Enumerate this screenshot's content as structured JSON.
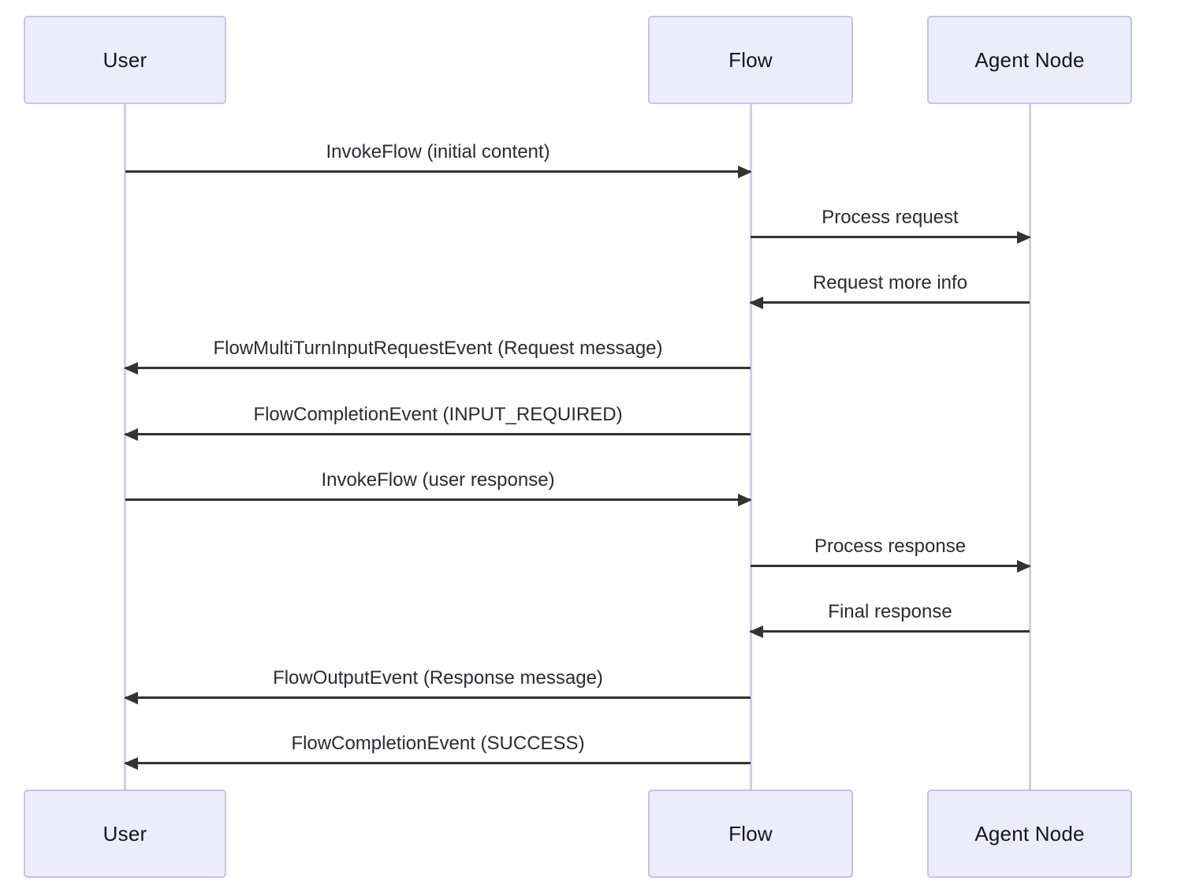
{
  "diagram": {
    "type": "sequence",
    "actors": [
      {
        "id": "user",
        "label": "User"
      },
      {
        "id": "flow",
        "label": "Flow"
      },
      {
        "id": "agent",
        "label": "Agent Node"
      }
    ],
    "messages": [
      {
        "from": "user",
        "to": "flow",
        "label": "InvokeFlow (initial content)"
      },
      {
        "from": "flow",
        "to": "agent",
        "label": "Process request"
      },
      {
        "from": "agent",
        "to": "flow",
        "label": "Request more info"
      },
      {
        "from": "flow",
        "to": "user",
        "label": "FlowMultiTurnInputRequestEvent (Request message)"
      },
      {
        "from": "flow",
        "to": "user",
        "label": "FlowCompletionEvent (INPUT_REQUIRED)"
      },
      {
        "from": "user",
        "to": "flow",
        "label": "InvokeFlow (user response)"
      },
      {
        "from": "flow",
        "to": "agent",
        "label": "Process response"
      },
      {
        "from": "agent",
        "to": "flow",
        "label": "Final response"
      },
      {
        "from": "flow",
        "to": "user",
        "label": "FlowOutputEvent (Response message)"
      },
      {
        "from": "flow",
        "to": "user",
        "label": "FlowCompletionEvent (SUCCESS)"
      }
    ],
    "colors": {
      "actor_fill": "#ECECFB",
      "actor_border": "#C7C2E8",
      "lifeline": "#D3CCEE",
      "arrow": "#333333",
      "message_text": "#2B2B33",
      "actor_text": "#16161F"
    }
  }
}
